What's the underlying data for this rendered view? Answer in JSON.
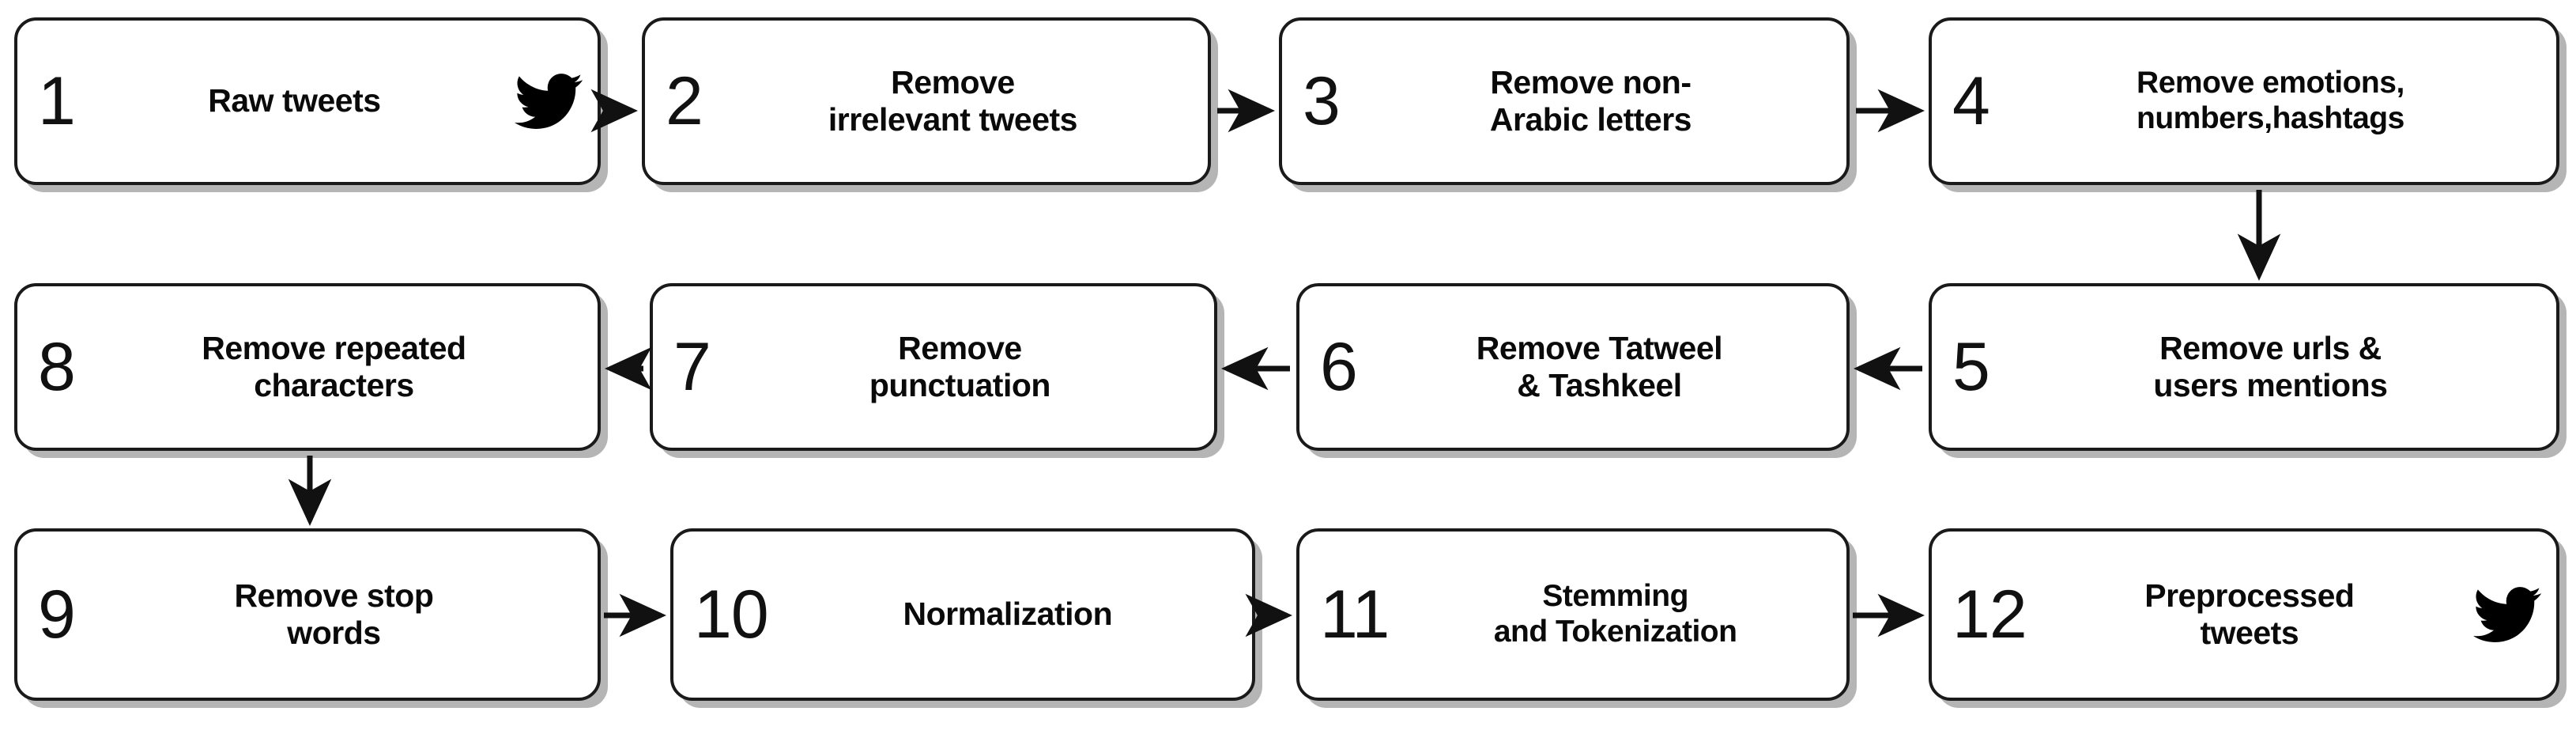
{
  "diagram": {
    "title": "Tweet preprocessing pipeline",
    "type": "flowchart",
    "orientation": "boustrophedon-grid",
    "rows": 3,
    "columns": 4,
    "colors": {
      "box_border": "#1a1a1a",
      "box_fill": "#ffffff",
      "shadow": "#787878",
      "text": "#0a0a0a",
      "arrow": "#111111",
      "background": "#ffffff"
    },
    "nodes": [
      {
        "num": "1",
        "label": "Raw tweets",
        "icon": "twitter-bird-icon"
      },
      {
        "num": "2",
        "label": "Remove\nirrelevant tweets",
        "icon": ""
      },
      {
        "num": "3",
        "label": "Remove non-\nArabic letters",
        "icon": ""
      },
      {
        "num": "4",
        "label": "Remove emotions,\nnumbers,hashtags",
        "icon": ""
      },
      {
        "num": "5",
        "label": "Remove urls &\nusers mentions",
        "icon": ""
      },
      {
        "num": "6",
        "label": "Remove Tatweel\n& Tashkeel",
        "icon": ""
      },
      {
        "num": "7",
        "label": "Remove\npunctuation",
        "icon": ""
      },
      {
        "num": "8",
        "label": "Remove repeated\ncharacters",
        "icon": ""
      },
      {
        "num": "9",
        "label": "Remove stop\nwords",
        "icon": ""
      },
      {
        "num": "10",
        "label": "Normalization",
        "icon": ""
      },
      {
        "num": "11",
        "label": "Stemming\nand Tokenization",
        "icon": ""
      },
      {
        "num": "12",
        "label": "Preprocessed\ntweets",
        "icon": "twitter-bird-icon"
      }
    ],
    "edges": [
      {
        "from": "1",
        "to": "2",
        "direction": "right"
      },
      {
        "from": "2",
        "to": "3",
        "direction": "right"
      },
      {
        "from": "3",
        "to": "4",
        "direction": "right"
      },
      {
        "from": "4",
        "to": "5",
        "direction": "down"
      },
      {
        "from": "5",
        "to": "6",
        "direction": "left"
      },
      {
        "from": "6",
        "to": "7",
        "direction": "left"
      },
      {
        "from": "7",
        "to": "8",
        "direction": "left"
      },
      {
        "from": "8",
        "to": "9",
        "direction": "down"
      },
      {
        "from": "9",
        "to": "10",
        "direction": "right"
      },
      {
        "from": "10",
        "to": "11",
        "direction": "right"
      },
      {
        "from": "11",
        "to": "12",
        "direction": "right"
      }
    ]
  }
}
